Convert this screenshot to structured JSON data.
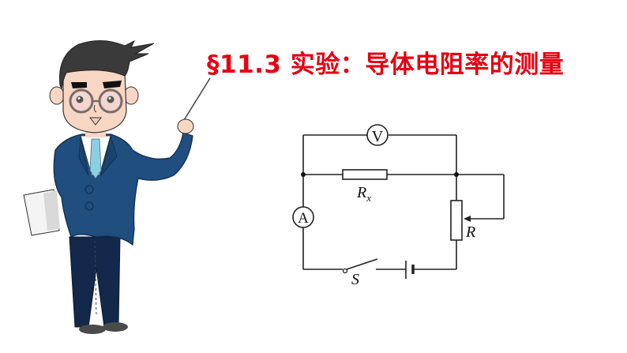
{
  "slide": {
    "title": "§11.3 实验：导体电阻率的测量",
    "title_color": "#e60012",
    "background": "#ffffff"
  },
  "illustration": {
    "subject": "cartoon-teacher-with-pointer",
    "colors": {
      "hair": "#3a3a3a",
      "skin": "#f7d7c4",
      "jacket": "#1f4e7f",
      "trousers": "#13284a",
      "tie": "#8ccfe0",
      "shoes": "#4a4a4a",
      "paper": "#f4f4f4"
    }
  },
  "circuit": {
    "voltmeter_label": "V",
    "ammeter_label": "A",
    "resistor_label": "R",
    "resistor_subscript": "x",
    "rheostat_label": "R",
    "switch_label": "S",
    "line_color": "#222222"
  }
}
